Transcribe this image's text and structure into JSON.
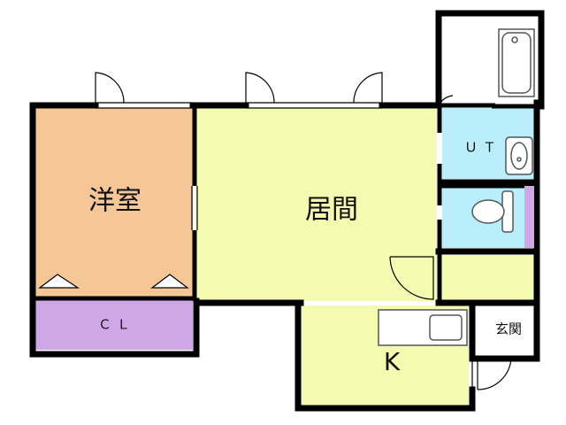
{
  "floor_plan": {
    "rooms": {
      "western_room": {
        "label": "洋室",
        "color": "#f6c796"
      },
      "living_room": {
        "label": "居間",
        "color": "#f4fbb0"
      },
      "closet": {
        "label": "ＣＬ",
        "color": "#cfa6e6"
      },
      "kitchen": {
        "label": "K",
        "color": "#f4fbb0"
      },
      "entrance": {
        "label": "玄関",
        "color": "#ffffff"
      },
      "utility": {
        "label": "ＵＴ",
        "color": "#b9eefa"
      },
      "toilet": {
        "label": "",
        "color": "#b9eefa"
      },
      "bathroom": {
        "label": "",
        "color": "#ffffff"
      },
      "hall": {
        "label": "",
        "color": "#f4fbb0"
      }
    },
    "wall_color": "#000000",
    "fixture_stroke": "#555555"
  }
}
